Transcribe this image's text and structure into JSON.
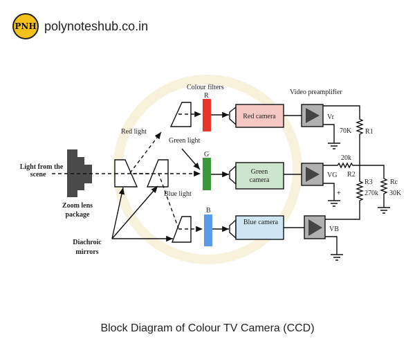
{
  "brand": {
    "logo_text": "PNH",
    "site": "polynoteshub.co.in"
  },
  "diagram": {
    "colour_filters": "Colour filters",
    "video_preamplifier": "Video preamplifier",
    "filters": {
      "r": "R",
      "g": "G",
      "b": "B"
    },
    "cameras": {
      "red": "Red camera",
      "green1": "Green",
      "green2": "camera",
      "blue": "Blue camera"
    },
    "light": {
      "scene1": "Light from the",
      "scene2": "scene",
      "red": "Red light",
      "green": "Green light",
      "blue": "Blue light"
    },
    "zoom1": "Zoom lens",
    "zoom2": "package",
    "mirrors1": "Diachroic",
    "mirrors2": "mirrors",
    "vr": "Vr",
    "vg": "VG",
    "vb": "VB",
    "r1": "R1",
    "r1_val": "70K",
    "r2": "R2",
    "r2_val": "20k",
    "r3": "R3",
    "r3_val": "270k",
    "rc": "Rc",
    "rc_val": "30K",
    "plus": "+",
    "colors": {
      "red": "#e8342b",
      "green": "#3a9a3a",
      "blue": "#5b9be8",
      "red_cam": "#f7c9c4",
      "green_cam": "#cde5cc",
      "blue_cam": "#cfe6f5",
      "amp": "#b0b0b0"
    }
  },
  "caption": "Block Diagram of Colour TV Camera (CCD)"
}
